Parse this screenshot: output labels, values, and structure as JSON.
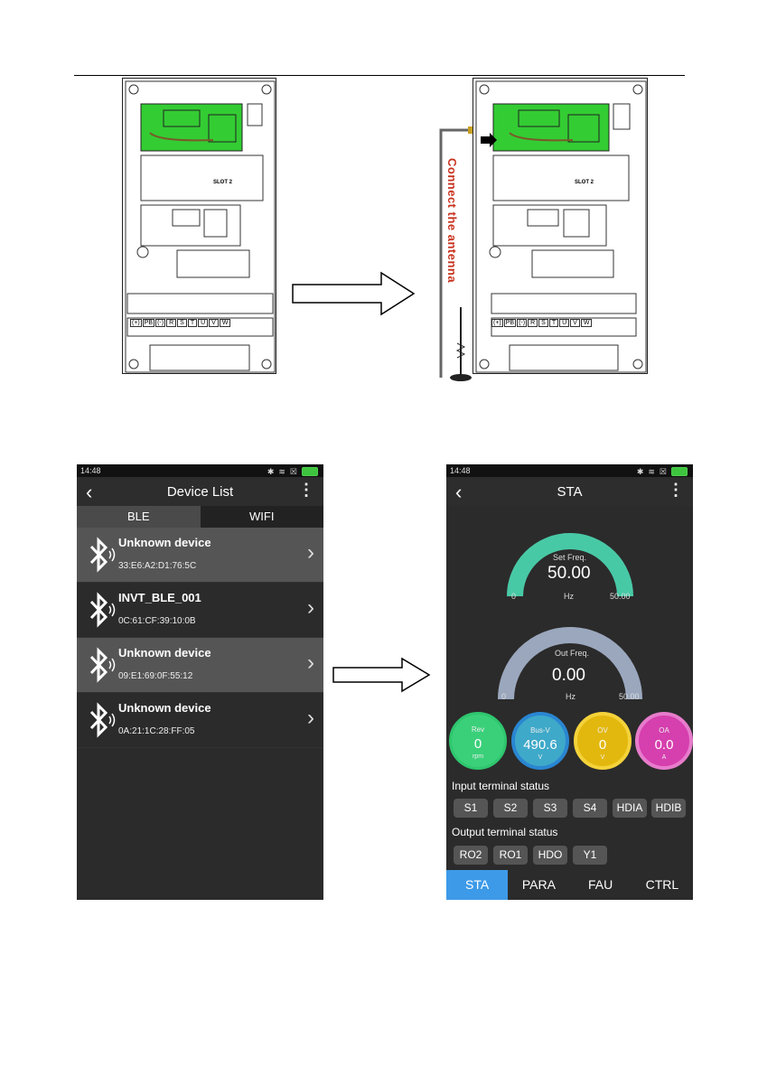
{
  "diagram": {
    "terminal_labels": [
      "(+)",
      "PB",
      "(-)",
      "R",
      "S",
      "T",
      "U",
      "V",
      "W"
    ],
    "slot_label": "SLOT 2",
    "antenna_text": "Connect the antenna"
  },
  "device_list_screen": {
    "status_time": "14:48",
    "title": "Device List",
    "tabs": [
      "BLE",
      "WIFI"
    ],
    "devices": [
      {
        "name": "Unknown device",
        "mac": "33:E6:A2:D1:76:5C"
      },
      {
        "name": "INVT_BLE_001",
        "mac": "0C:61:CF:39:10:0B"
      },
      {
        "name": "Unknown device",
        "mac": "09:E1:69:0F:55:12"
      },
      {
        "name": "Unknown device",
        "mac": "0A:21:1C:28:FF:05"
      }
    ]
  },
  "sta_screen": {
    "status_time": "14:48",
    "title": "STA",
    "set_freq": {
      "label": "Set Freq.",
      "value": "50.00",
      "min": "0",
      "max": "50.00",
      "unit": "Hz",
      "fraction": 1.0
    },
    "out_freq": {
      "label": "Out Freq.",
      "value": "0.00",
      "min": "0",
      "max": "50.00",
      "unit": "Hz",
      "fraction": 1.0
    },
    "meters": [
      {
        "label": "Rev",
        "value": "0",
        "unit": "rpm",
        "color": "#2ec66e"
      },
      {
        "label": "Bus-V",
        "value": "490.6",
        "unit": "V",
        "color": "#2a86d1"
      },
      {
        "label": "OV",
        "value": "0",
        "unit": "V",
        "color": "#e8bf0c"
      },
      {
        "label": "OA",
        "value": "0.0",
        "unit": "A",
        "color": "#d63fae"
      }
    ],
    "input_title": "Input terminal status",
    "inputs": [
      "S1",
      "S2",
      "S3",
      "S4",
      "HDIA",
      "HDIB"
    ],
    "output_title": "Output terminal status",
    "outputs": [
      "RO2",
      "RO1",
      "HDO",
      "Y1"
    ],
    "nav": [
      "STA",
      "PARA",
      "FAU",
      "CTRL"
    ]
  },
  "colors": {
    "board_green": "#33cc33",
    "gauge_set": "#48c9a6",
    "gauge_out": "#9aa7bd",
    "nav_active": "#3d9ae8"
  }
}
